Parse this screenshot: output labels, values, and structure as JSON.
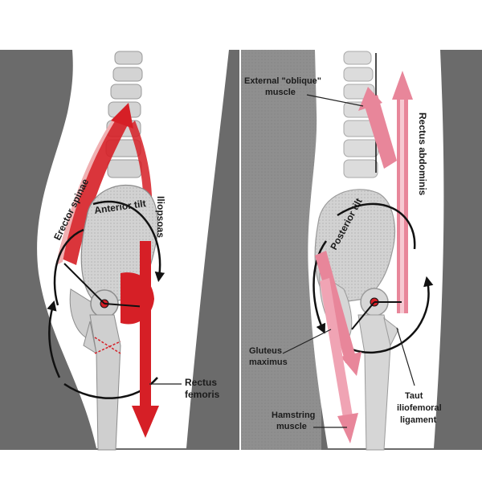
{
  "panels": {
    "left": {
      "labels": {
        "erector_spinae": "Erector spinae",
        "anterior_tilt": "Anterior tilt",
        "iliopsoas": "Iliopsoas",
        "rectus_femoris_line1": "Rectus",
        "rectus_femoris_line2": "femoris"
      },
      "colors": {
        "muscle": "#d61f26",
        "muscle_light": "#f0b0b2",
        "bone": "#c8c8c8"
      }
    },
    "right": {
      "labels": {
        "external_oblique_line1": "External \"oblique\"",
        "external_oblique_line2": "muscle",
        "rectus_abdominis": "Rectus abdominis",
        "posterior_tilt": "Posterior tilt",
        "gluteus_maximus_line1": "Gluteus",
        "gluteus_maximus_line2": "maximus",
        "hamstring_line1": "Hamstring",
        "hamstring_line2": "muscle",
        "taut_line1": "Taut",
        "taut_line2": "iliofemoral",
        "taut_line3": "ligament"
      },
      "colors": {
        "muscle": "#e8869a",
        "muscle_light": "#f6c9d2",
        "bone": "#cfcfcf"
      }
    }
  }
}
